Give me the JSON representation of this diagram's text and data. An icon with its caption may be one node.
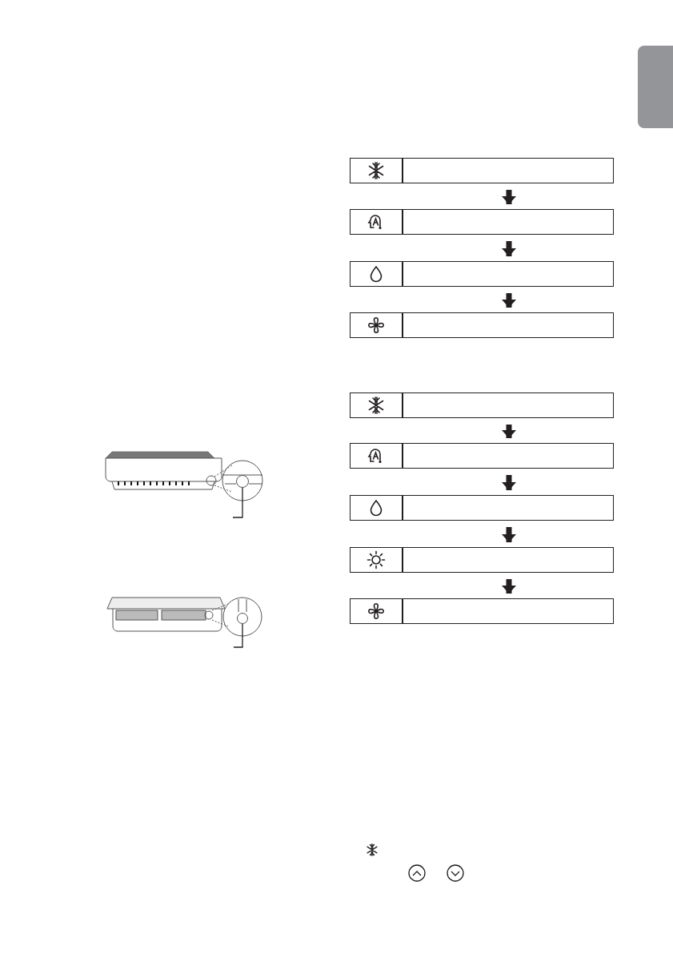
{
  "diagram": {
    "nodes": [
      {
        "text": [],
        "shape": "box"
      },
      {
        "text": [],
        "shape": "box"
      },
      {
        "text": [],
        "shape": "box"
      },
      {
        "text": [],
        "shape": "box"
      },
      {
        "text": [],
        "shape": "box"
      },
      {
        "text": [],
        "shape": "box"
      },
      {
        "text": [],
        "shape": "box"
      },
      {
        "text": [],
        "shape": "box"
      },
      {
        "text": [],
        "shape": "box"
      },
      {
        "text": [],
        "shape": "circle"
      },
      {
        "text": [],
        "shape": "circle"
      },
      {
        "text": [],
        "shape": "bar"
      }
    ],
    "edges": [
      {
        "from": 0,
        "to": 1,
        "arrow": "to"
      },
      {
        "from": 1,
        "to": 2,
        "arrow": "to"
      },
      {
        "from": 2,
        "to": 3,
        "arrow": "to"
      },
      {
        "from": 4,
        "to": 5,
        "arrow": "to"
      },
      {
        "from": 5,
        "to": 6,
        "arrow": "to"
      },
      {
        "from": 6,
        "to": 7,
        "arrow": "to"
      },
      {
        "from": 7,
        "to": 8,
        "arrow": "to"
      },
      {
        "from": null,
        "to": 9,
        "arrow": "none"
      },
      {
        "from": null,
        "to": 10,
        "arrow": "none"
      }
    ]
  }
}
